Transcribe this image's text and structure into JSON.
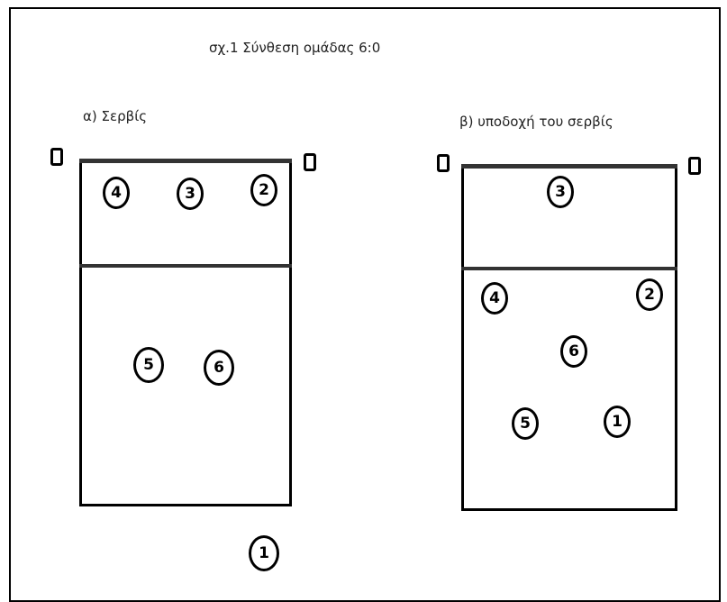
{
  "diagram": {
    "title": "σχ.1 Σύνθεση ομάδας 6:0",
    "panels": [
      {
        "label": "α) Σερβίς",
        "players": [
          "4",
          "3",
          "2",
          "5",
          "6",
          "1"
        ]
      },
      {
        "label": "β) υποδοχή του σερβίς",
        "players": [
          "3",
          "4",
          "2",
          "6",
          "5",
          "1"
        ]
      }
    ]
  }
}
